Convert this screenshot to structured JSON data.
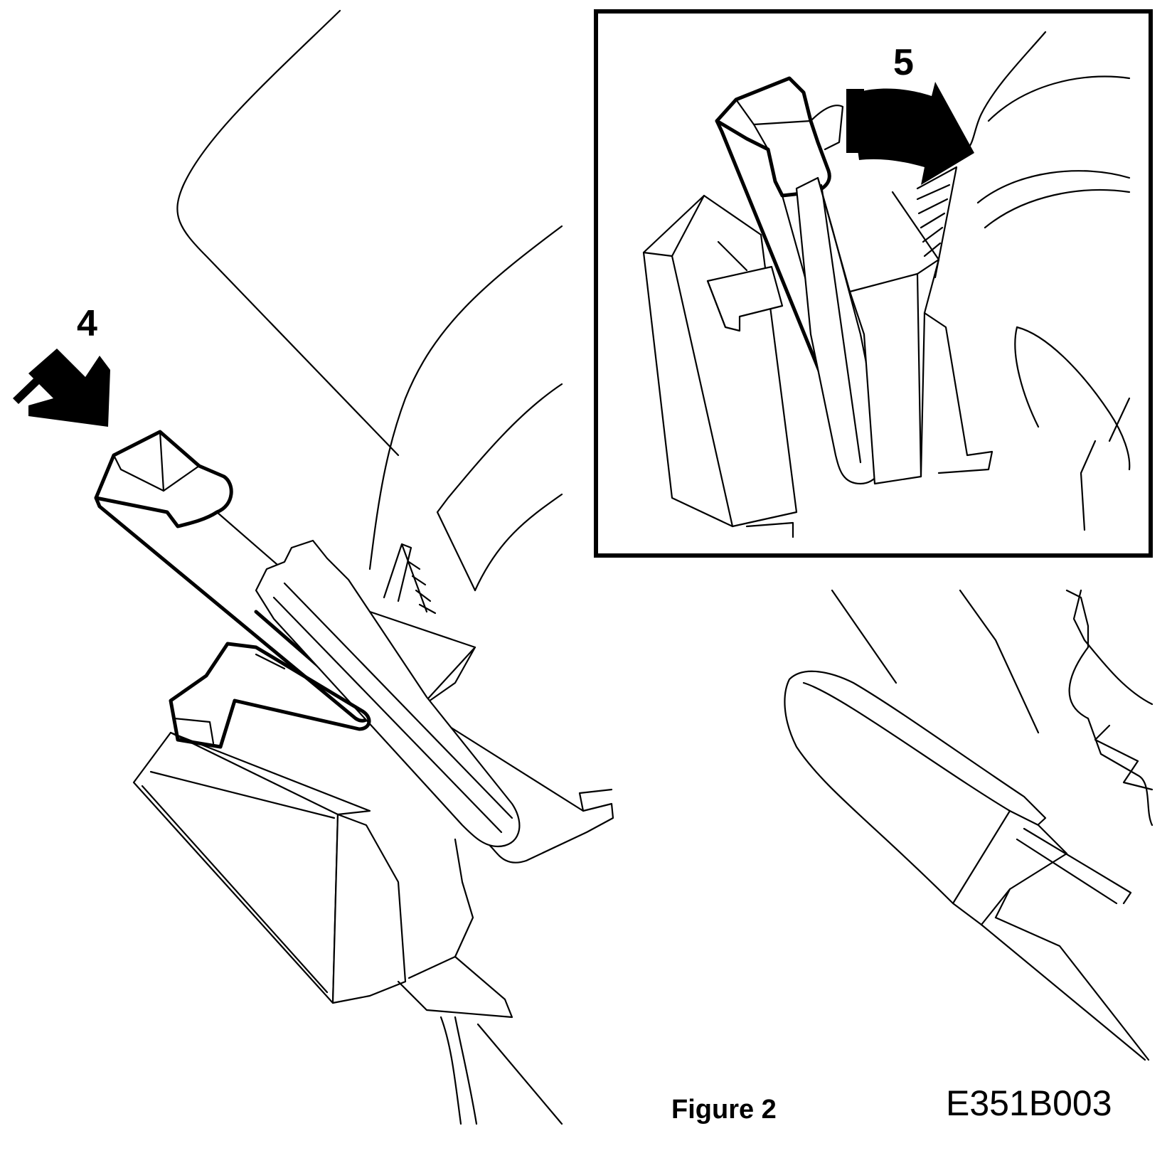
{
  "figure": {
    "caption": "Figure 2",
    "reference_code": "E351B003"
  },
  "steps": {
    "step_4_label": "4",
    "step_5_label": "5"
  },
  "icons": {
    "step_4_arrow": "arrow-down-right-icon",
    "step_5_arrow": "arrow-curved-right-icon",
    "tool": "pointed-tool-icon"
  }
}
